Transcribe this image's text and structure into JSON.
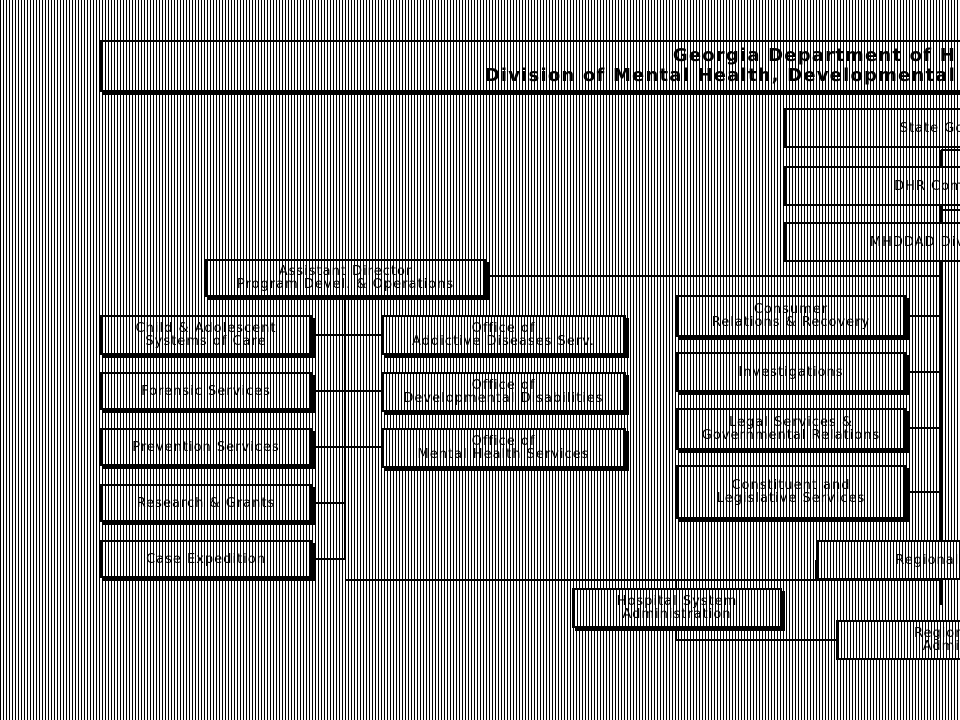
{
  "header": {
    "line1": "Georgia Department of H",
    "line2": "Division of Mental Health, Developmental"
  },
  "top_chain": {
    "state_gov": "State Gove",
    "dhr_commissioner": "DHR Commi",
    "mhddad_director": "MHDDAD Divisi"
  },
  "assistant_director": {
    "line1": "Assistant Director",
    "line2": "Program Devel. & Operations"
  },
  "left_column": [
    {
      "line1": "Child & Adolescent",
      "line2": "Systems of Care"
    },
    {
      "line1": "Forensic Services",
      "line2": ""
    },
    {
      "line1": "Prevention Services",
      "line2": ""
    },
    {
      "line1": "Research & Grants",
      "line2": ""
    },
    {
      "line1": "Case Expedition",
      "line2": ""
    }
  ],
  "middle_column": [
    {
      "line1": "Office of",
      "line2": "Addictive Diseases Serv."
    },
    {
      "line1": "Office of",
      "line2": "Developmental Disabilities"
    },
    {
      "line1": "Office of",
      "line2": "Mental Health Services"
    }
  ],
  "right_column": [
    {
      "line1": "Consumer",
      "line2": "Relations & Recovery"
    },
    {
      "line1": "Investigations",
      "line2": ""
    },
    {
      "line1": "Legal Services &",
      "line2": "Governmental Relations"
    },
    {
      "line1": "Constituent and",
      "line2": "Legislative Services"
    }
  ],
  "regional_ops": "Regional Ope",
  "hospital_admin": {
    "line1": "Hospital System",
    "line2": "Administration"
  },
  "regional_admin": {
    "line1": "Regional H",
    "line2": "Administr"
  }
}
